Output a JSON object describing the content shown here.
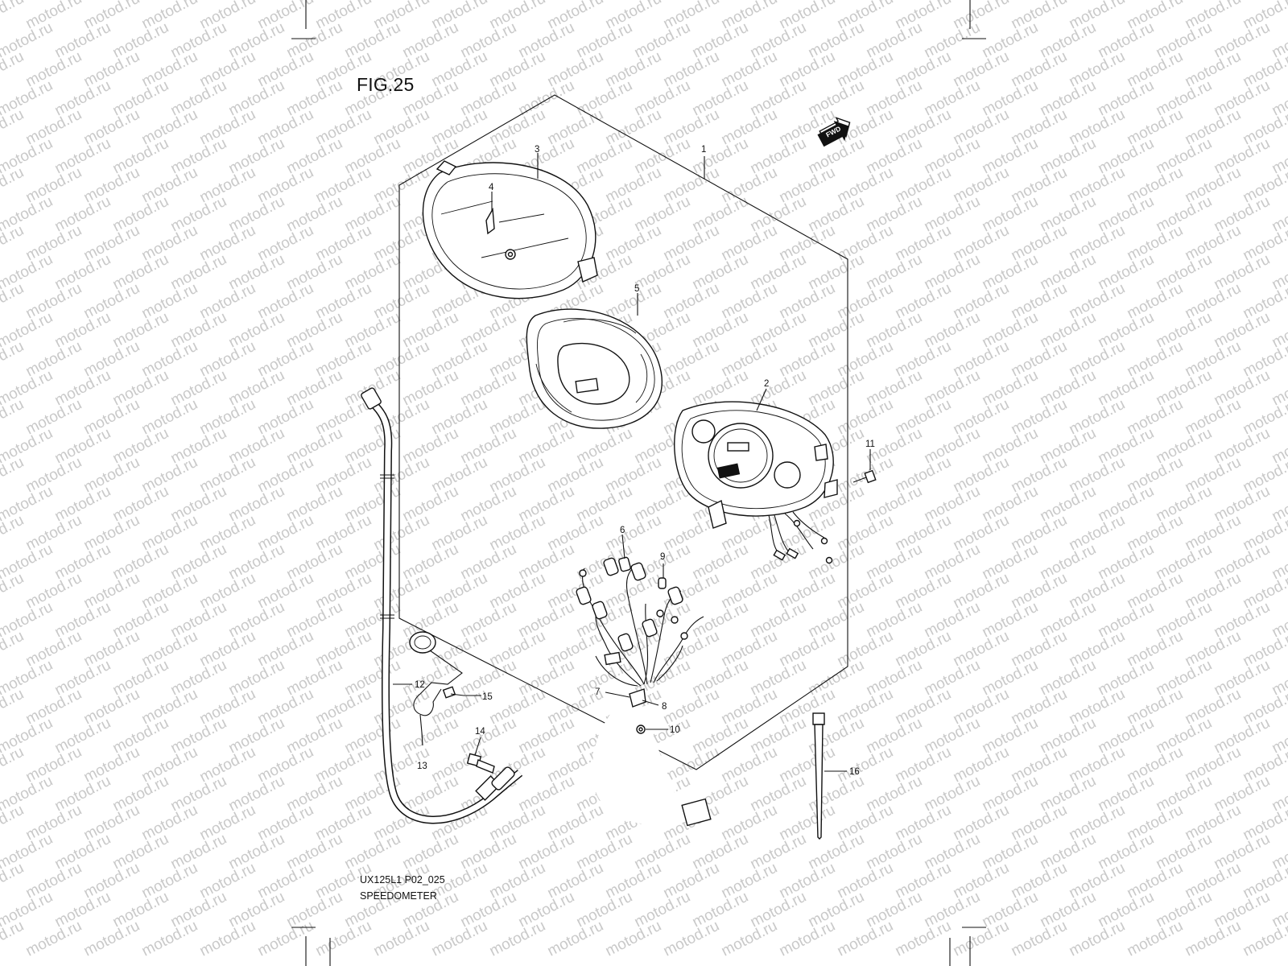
{
  "figure": {
    "title": "FIG.25",
    "model_code": "UX125L1 P02_025",
    "section_name": "SPEEDOMETER"
  },
  "watermark": {
    "text": "motod.ru",
    "color": "#c9c9c9"
  },
  "fwd_badge": {
    "label": "FWD"
  },
  "callouts": [
    {
      "id": "c1",
      "label": "1"
    },
    {
      "id": "c2",
      "label": "2"
    },
    {
      "id": "c3",
      "label": "3"
    },
    {
      "id": "c4",
      "label": "4"
    },
    {
      "id": "c5",
      "label": "5"
    },
    {
      "id": "c6",
      "label": "6"
    },
    {
      "id": "c7",
      "label": "7"
    },
    {
      "id": "c8",
      "label": "8"
    },
    {
      "id": "c9",
      "label": "9"
    },
    {
      "id": "c10",
      "label": "10"
    },
    {
      "id": "c11",
      "label": "11"
    },
    {
      "id": "c12",
      "label": "12"
    },
    {
      "id": "c13",
      "label": "13"
    },
    {
      "id": "c14",
      "label": "14"
    },
    {
      "id": "c15",
      "label": "15"
    },
    {
      "id": "c16",
      "label": "16"
    }
  ]
}
